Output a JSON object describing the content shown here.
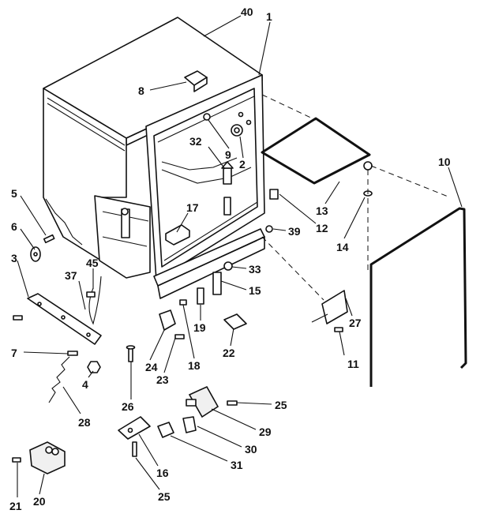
{
  "callouts": [
    {
      "id": "p40",
      "text": "40"
    },
    {
      "id": "p1",
      "text": "1"
    },
    {
      "id": "p8",
      "text": "8"
    },
    {
      "id": "p32",
      "text": "32"
    },
    {
      "id": "p9",
      "text": "9"
    },
    {
      "id": "p2",
      "text": "2"
    },
    {
      "id": "p10",
      "text": "10"
    },
    {
      "id": "p5",
      "text": "5"
    },
    {
      "id": "p6",
      "text": "6"
    },
    {
      "id": "p3",
      "text": "3"
    },
    {
      "id": "p45",
      "text": "45"
    },
    {
      "id": "p37",
      "text": "37"
    },
    {
      "id": "p17",
      "text": "17"
    },
    {
      "id": "p13",
      "text": "13"
    },
    {
      "id": "p12",
      "text": "12"
    },
    {
      "id": "p39",
      "text": "39"
    },
    {
      "id": "p14",
      "text": "14"
    },
    {
      "id": "p33",
      "text": "33"
    },
    {
      "id": "p15",
      "text": "15"
    },
    {
      "id": "p19",
      "text": "19"
    },
    {
      "id": "p27",
      "text": "27"
    },
    {
      "id": "p7",
      "text": "7"
    },
    {
      "id": "p4",
      "text": "4"
    },
    {
      "id": "p22",
      "text": "22"
    },
    {
      "id": "p24",
      "text": "24"
    },
    {
      "id": "p18",
      "text": "18"
    },
    {
      "id": "p11",
      "text": "11"
    },
    {
      "id": "p23",
      "text": "23"
    },
    {
      "id": "p26",
      "text": "26"
    },
    {
      "id": "p28",
      "text": "28"
    },
    {
      "id": "p25a",
      "text": "25"
    },
    {
      "id": "p29",
      "text": "29"
    },
    {
      "id": "p30",
      "text": "30"
    },
    {
      "id": "p31",
      "text": "31"
    },
    {
      "id": "p16",
      "text": "16"
    },
    {
      "id": "p25b",
      "text": "25"
    },
    {
      "id": "p21",
      "text": "21"
    },
    {
      "id": "p20",
      "text": "20"
    }
  ]
}
